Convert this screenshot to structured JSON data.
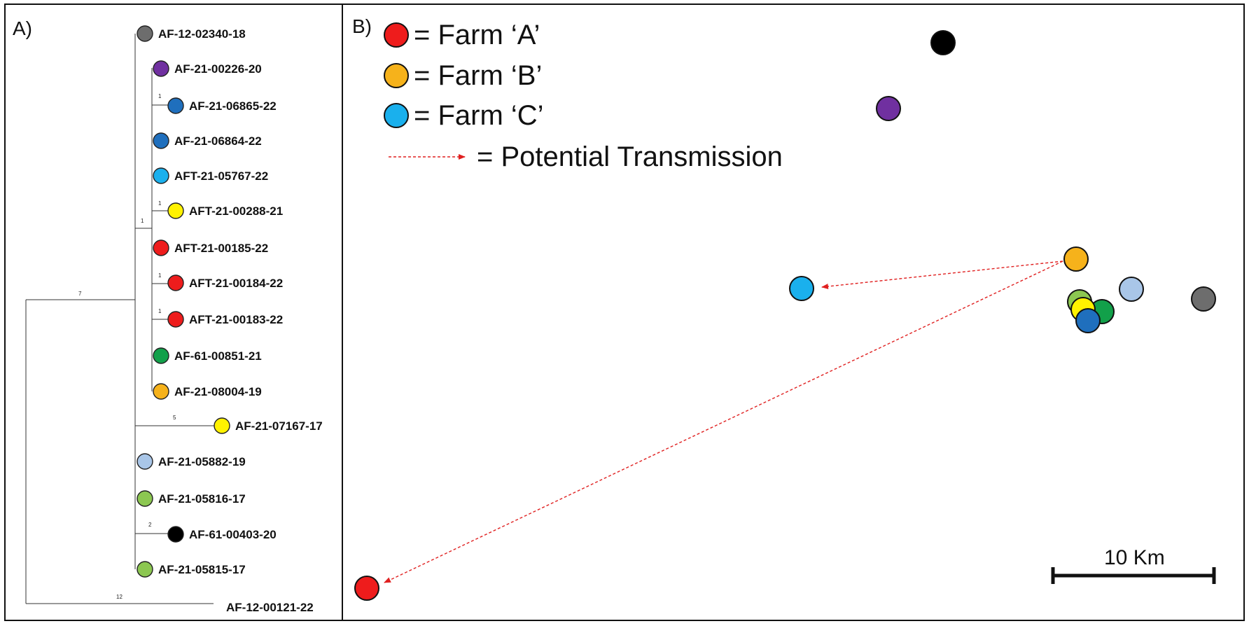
{
  "panel_a": {
    "label": "A)",
    "root_branch_label": "7",
    "outgroup": {
      "label": "AF-12-00121-22",
      "branch_label": "12"
    },
    "clade_branch_label": "1",
    "leaves": [
      {
        "label": "AF-12-02340-18",
        "color": "#6d6d6d",
        "branch_label": ""
      },
      {
        "label": "AF-21-00226-20",
        "color": "#7030a0",
        "branch_label": ""
      },
      {
        "label": "AF-21-06865-22",
        "color": "#1f6fbd",
        "branch_label": "1"
      },
      {
        "label": "AF-21-06864-22",
        "color": "#1f6fbd",
        "branch_label": ""
      },
      {
        "label": "AFT-21-05767-22",
        "color": "#1ab0ed",
        "branch_label": ""
      },
      {
        "label": "AFT-21-00288-21",
        "color": "#fff200",
        "branch_label": "1"
      },
      {
        "label": "AFT-21-00185-22",
        "color": "#ee1c1c",
        "branch_label": ""
      },
      {
        "label": "AFT-21-00184-22",
        "color": "#ee1c1c",
        "branch_label": "1"
      },
      {
        "label": "AFT-21-00183-22",
        "color": "#ee1c1c",
        "branch_label": "1"
      },
      {
        "label": "AF-61-00851-21",
        "color": "#12a04a",
        "branch_label": ""
      },
      {
        "label": "AF-21-08004-19",
        "color": "#f6b21b",
        "branch_label": ""
      },
      {
        "label": "AF-21-07167-17",
        "color": "#fff200",
        "branch_label": "5"
      },
      {
        "label": "AF-21-05882-19",
        "color": "#a9c6e8",
        "branch_label": ""
      },
      {
        "label": "AF-21-05816-17",
        "color": "#8cc751",
        "branch_label": ""
      },
      {
        "label": "AF-61-00403-20",
        "color": "#000000",
        "branch_label": "2"
      },
      {
        "label": "AF-21-05815-17",
        "color": "#8cc751",
        "branch_label": ""
      }
    ]
  },
  "panel_b": {
    "label": "B)",
    "legend": [
      {
        "label": "= Farm ‘A’",
        "color": "#ee1c1c"
      },
      {
        "label": "= Farm ‘B’",
        "color": "#f6b21b"
      },
      {
        "label": "= Farm ‘C’",
        "color": "#1ab0ed"
      }
    ],
    "transmission_label": "= Potential Transmission",
    "transmission_color": "#e02020",
    "scale_bar_label": "10 Km",
    "points": [
      {
        "name": "black",
        "color": "#000000"
      },
      {
        "name": "purple",
        "color": "#7030a0"
      },
      {
        "name": "orange",
        "color": "#f6b21b"
      },
      {
        "name": "cyan",
        "color": "#1ab0ed"
      },
      {
        "name": "light-blue",
        "color": "#a9c6e8"
      },
      {
        "name": "gray",
        "color": "#6d6d6d"
      },
      {
        "name": "light-green",
        "color": "#8cc751"
      },
      {
        "name": "yellow",
        "color": "#fff200"
      },
      {
        "name": "green",
        "color": "#12a04a"
      },
      {
        "name": "blue",
        "color": "#1f6fbd"
      },
      {
        "name": "red",
        "color": "#ee1c1c"
      }
    ]
  }
}
